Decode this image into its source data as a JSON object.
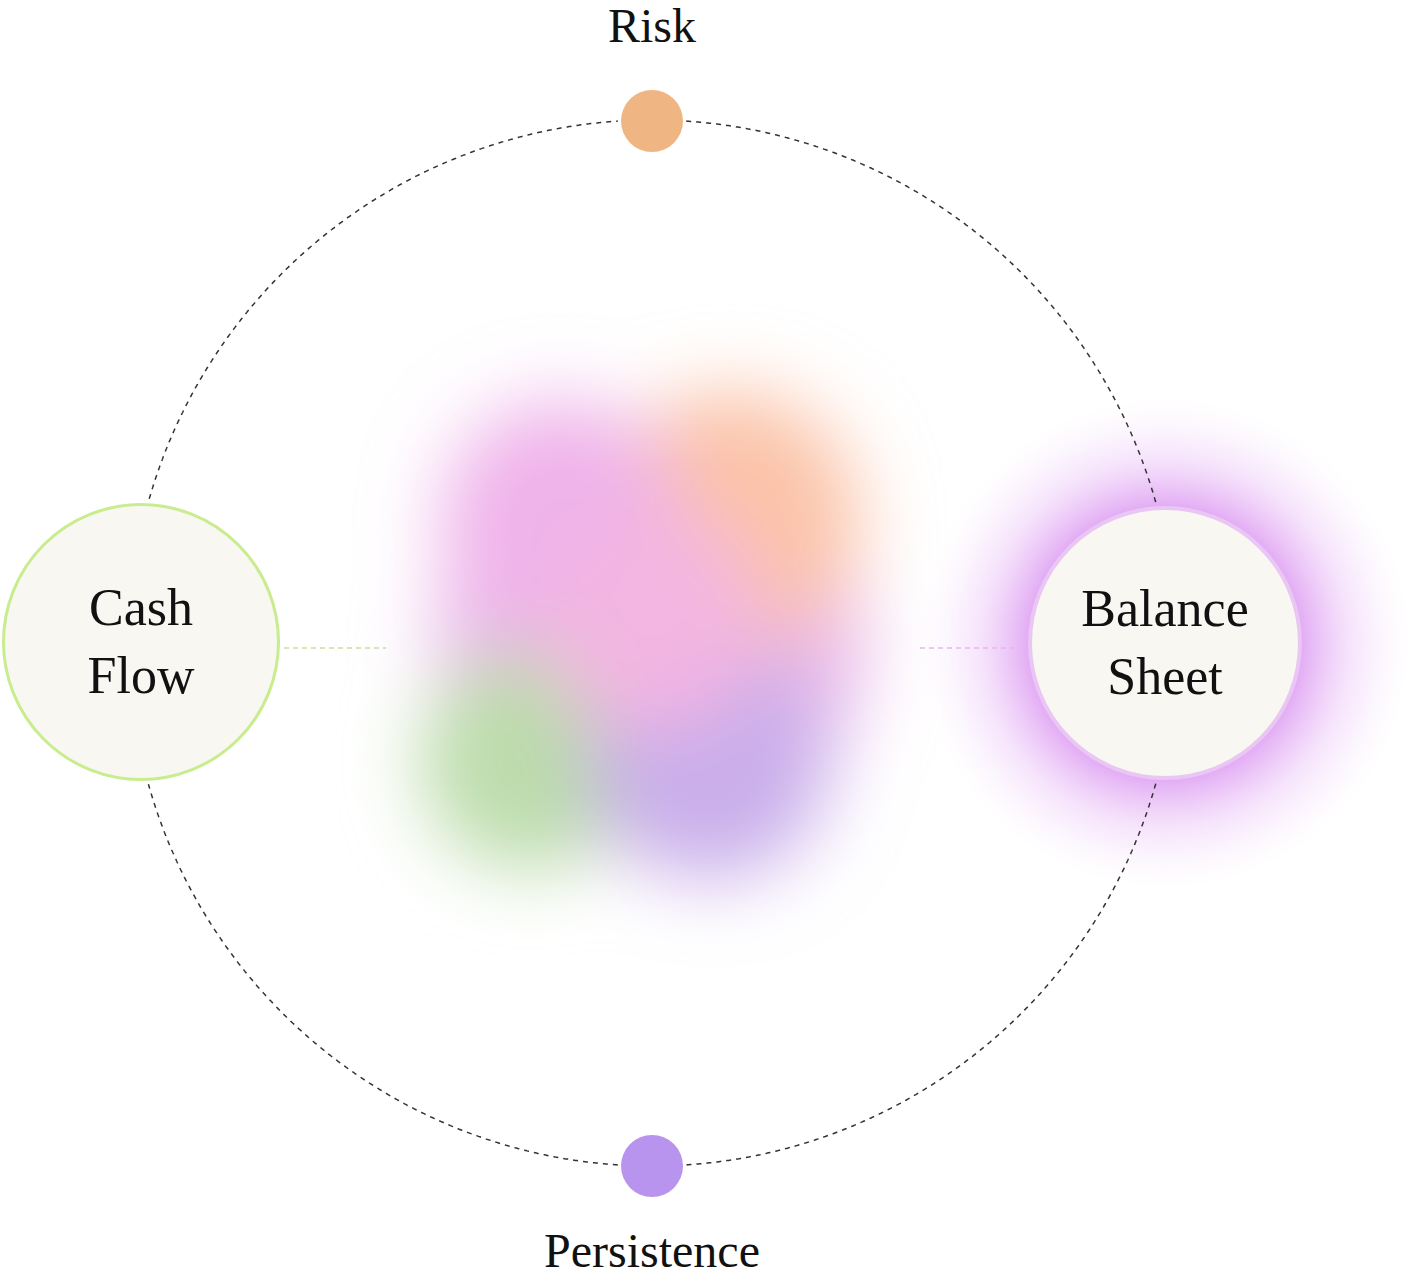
{
  "diagram": {
    "nodes": [
      {
        "text": [
          "Risk"
        ]
      },
      {
        "text": [
          "Balance Sheet"
        ]
      },
      {
        "text": [
          "Persistence"
        ]
      },
      {
        "text": [
          "Cash Flow"
        ]
      }
    ],
    "edges": [
      {
        "from": 0,
        "to": 1,
        "arrow": "none"
      },
      {
        "from": 1,
        "to": 2,
        "arrow": "none"
      },
      {
        "from": 2,
        "to": 3,
        "arrow": "none"
      },
      {
        "from": 3,
        "to": 0,
        "arrow": "none"
      }
    ]
  }
}
